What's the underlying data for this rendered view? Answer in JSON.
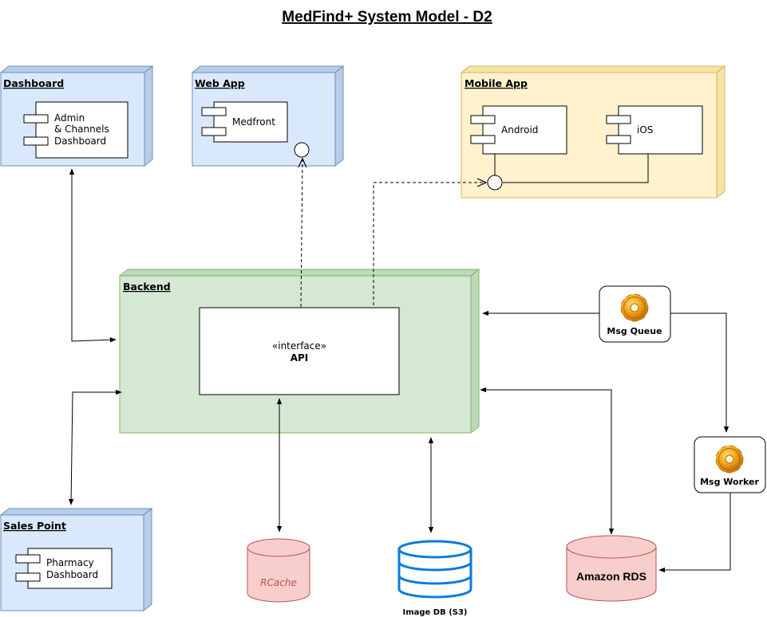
{
  "title": "MedFind+ System Model - D2",
  "nodes": {
    "dashboard": {
      "label": "Dashboard",
      "component": [
        "Admin",
        "& Channels",
        "Dashboard"
      ]
    },
    "web_app": {
      "label": "Web App",
      "component": "Medfront"
    },
    "mobile_app": {
      "label": "Mobile App",
      "android": "Android",
      "ios": "iOS"
    },
    "backend": {
      "label": "Backend",
      "interface_stereotype": "«interface»",
      "interface_name": "API"
    },
    "sales_point": {
      "label": "Sales Point",
      "component": [
        "Pharmacy",
        "Dashboard"
      ]
    }
  },
  "services": {
    "msg_queue": "Msg Queue",
    "msg_worker": "Msg Worker"
  },
  "stores": {
    "rcache": "RCache",
    "image_db": "Image DB (S3)",
    "amazon_rds": "Amazon RDS"
  },
  "colors": {
    "blue_fill": "#dae8fc",
    "blue_stroke": "#6c8ebf",
    "yellow_fill": "#fff2cc",
    "yellow_stroke": "#d6b656",
    "green_fill": "#d5e8d4",
    "green_stroke": "#82b366",
    "red_fill": "#f8cecc",
    "red_stroke": "#b85450",
    "storage_blue": "#0a7bd8"
  }
}
